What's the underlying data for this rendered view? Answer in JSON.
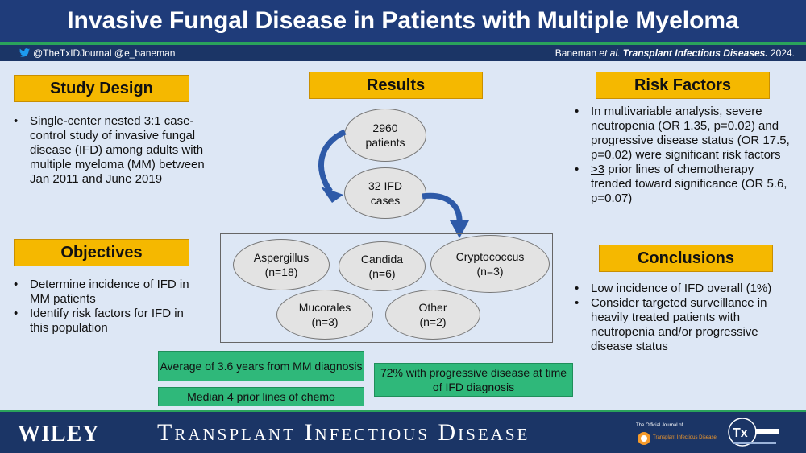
{
  "header": {
    "title": "Invasive Fungal Disease in Patients with Multiple Myeloma",
    "twitter": "@TheTxIDJournal @e_baneman",
    "citation_author": "Baneman",
    "citation_etal": "et al.",
    "citation_journal": "Transplant Infectious Diseases.",
    "citation_year": "2024."
  },
  "study_design": {
    "label": "Study Design",
    "bullet": "Single-center nested 3:1 case-control study of invasive fungal disease (IFD) among adults with multiple myeloma (MM) between Jan 2011 and June 2019"
  },
  "objectives": {
    "label": "Objectives",
    "bullets": [
      "Determine incidence of IFD in MM patients",
      "Identify risk factors for IFD in this population"
    ]
  },
  "results": {
    "label": "Results",
    "patients": "2960 patients",
    "cases": "32 IFD cases",
    "categories": [
      {
        "name": "Aspergillus",
        "n": "(n=18)"
      },
      {
        "name": "Candida",
        "n": "(n=6)"
      },
      {
        "name": "Cryptococcus",
        "n": "(n=3)"
      },
      {
        "name": "Mucorales",
        "n": "(n=3)"
      },
      {
        "name": "Other",
        "n": "(n=2)"
      }
    ],
    "stats": [
      "Average of 3.6 years from MM diagnosis",
      "Median 4 prior lines of chemo",
      "72% with progressive disease at time of IFD diagnosis"
    ]
  },
  "risk_factors": {
    "label": "Risk Factors",
    "bullet1": "In multivariable analysis, severe neutropenia (OR 1.35, p=0.02) and progressive disease status (OR 17.5, p=0.02) were significant risk factors",
    "bullet2_underlined": ">3",
    "bullet2_rest": " prior lines of chemotherapy trended toward significance (OR 5.6, p=0.07)"
  },
  "conclusions": {
    "label": "Conclusions",
    "bullets": [
      "Low incidence of IFD overall (1%)",
      "Consider targeted surveillance in heavily treated patients with neutropenia and/or progressive disease status"
    ]
  },
  "footer": {
    "publisher": "WILEY",
    "journal": "Transplant Infectious Disease",
    "official": "The Official Journal of",
    "journal_small": "Transplant Infectious Disease"
  },
  "colors": {
    "header": "#1f3c7a",
    "label": "#f5b800",
    "stat": "#2fb87a",
    "accent_stripe": "#2aa35b",
    "arrow": "#2e5aa8"
  }
}
